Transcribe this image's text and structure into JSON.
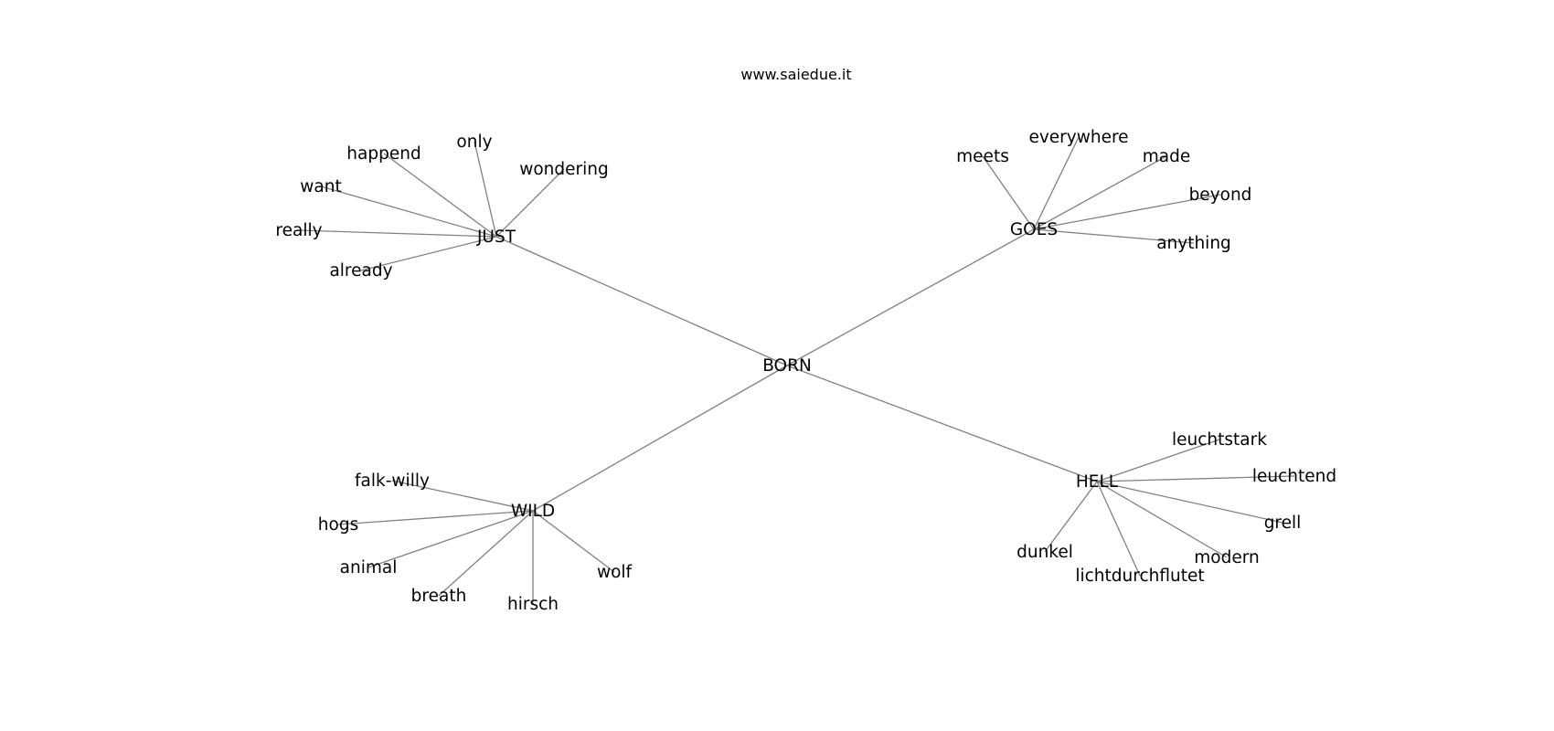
{
  "header": {
    "title": "www.saiedue.it"
  },
  "graph": {
    "root": "BORN",
    "nodes": [
      {
        "id": "BORN",
        "label": "BORN"
      },
      {
        "id": "JUST",
        "label": "JUST"
      },
      {
        "id": "GOES",
        "label": "GOES"
      },
      {
        "id": "WILD",
        "label": "WILD"
      },
      {
        "id": "HELL",
        "label": "HELL"
      },
      {
        "id": "happend",
        "label": "happend"
      },
      {
        "id": "only",
        "label": "only"
      },
      {
        "id": "wondering",
        "label": "wondering"
      },
      {
        "id": "want",
        "label": "want"
      },
      {
        "id": "really",
        "label": "really"
      },
      {
        "id": "already",
        "label": "already"
      },
      {
        "id": "meets",
        "label": "meets"
      },
      {
        "id": "everywhere",
        "label": "everywhere"
      },
      {
        "id": "made",
        "label": "made"
      },
      {
        "id": "beyond",
        "label": "beyond"
      },
      {
        "id": "anything",
        "label": "anything"
      },
      {
        "id": "falk-willy",
        "label": "falk-willy"
      },
      {
        "id": "hogs",
        "label": "hogs"
      },
      {
        "id": "animal",
        "label": "animal"
      },
      {
        "id": "breath",
        "label": "breath"
      },
      {
        "id": "hirsch",
        "label": "hirsch"
      },
      {
        "id": "wolf",
        "label": "wolf"
      },
      {
        "id": "leuchtstark",
        "label": "leuchtstark"
      },
      {
        "id": "leuchtend",
        "label": "leuchtend"
      },
      {
        "id": "grell",
        "label": "grell"
      },
      {
        "id": "modern",
        "label": "modern"
      },
      {
        "id": "lichtdurchflutet",
        "label": "lichtdurchflutet"
      },
      {
        "id": "dunkel",
        "label": "dunkel"
      }
    ],
    "edges": [
      [
        "BORN",
        "JUST"
      ],
      [
        "BORN",
        "GOES"
      ],
      [
        "BORN",
        "WILD"
      ],
      [
        "BORN",
        "HELL"
      ],
      [
        "JUST",
        "happend"
      ],
      [
        "JUST",
        "only"
      ],
      [
        "JUST",
        "wondering"
      ],
      [
        "JUST",
        "want"
      ],
      [
        "JUST",
        "really"
      ],
      [
        "JUST",
        "already"
      ],
      [
        "GOES",
        "meets"
      ],
      [
        "GOES",
        "everywhere"
      ],
      [
        "GOES",
        "made"
      ],
      [
        "GOES",
        "beyond"
      ],
      [
        "GOES",
        "anything"
      ],
      [
        "WILD",
        "falk-willy"
      ],
      [
        "WILD",
        "hogs"
      ],
      [
        "WILD",
        "animal"
      ],
      [
        "WILD",
        "breath"
      ],
      [
        "WILD",
        "hirsch"
      ],
      [
        "WILD",
        "wolf"
      ],
      [
        "HELL",
        "leuchtstark"
      ],
      [
        "HELL",
        "leuchtend"
      ],
      [
        "HELL",
        "grell"
      ],
      [
        "HELL",
        "modern"
      ],
      [
        "HELL",
        "lichtdurchflutet"
      ],
      [
        "HELL",
        "dunkel"
      ]
    ],
    "colors": {
      "edge": "#808080",
      "text": "#000000",
      "background": "#ffffff"
    }
  }
}
